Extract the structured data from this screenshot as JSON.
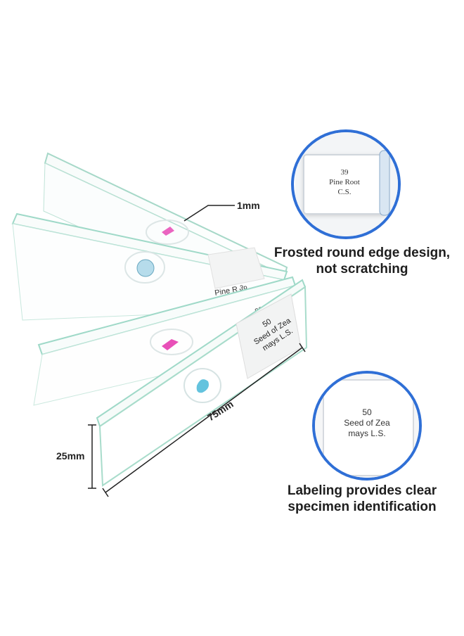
{
  "dimensions": {
    "thickness": "1mm",
    "width": "25mm",
    "length": "75mm"
  },
  "slides": [
    {
      "number": "39",
      "name": "Pine Root",
      "section": "C.S."
    },
    {
      "number": "50",
      "name": "Seed of Zea",
      "section": "mays L.S."
    }
  ],
  "rear_labels": {
    "partial_number": "39",
    "partial_name": "Pine R",
    "partial_number_2": "82"
  },
  "callouts": {
    "frosted": {
      "line1": "Frosted round edge design,",
      "line2": "not scratching"
    },
    "labeling": {
      "line1": "Labeling provides clear",
      "line2": "specimen identification"
    }
  },
  "colors": {
    "accent_blue": "#2f6fd6",
    "glass_edge": "#9fd9c8",
    "stain_pink": "#e63db0",
    "stain_blue": "#49b9d8"
  }
}
